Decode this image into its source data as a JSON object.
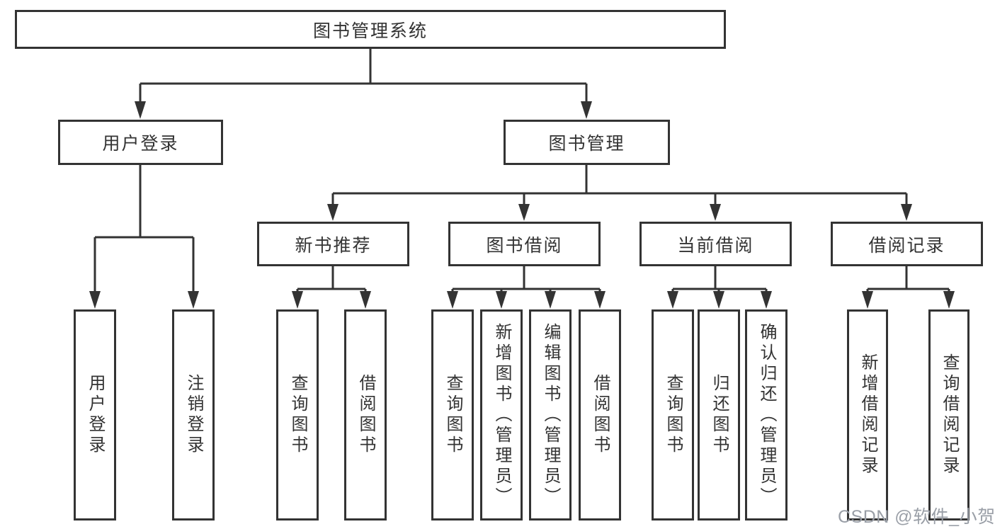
{
  "diagram": {
    "root": {
      "label": "图书管理系统"
    },
    "branches": {
      "user_login": {
        "label": "用户登录",
        "children": [
          "用户登录",
          "注销登录"
        ]
      },
      "book_mgmt": {
        "label": "图书管理",
        "sections": {
          "new_books": {
            "label": "新书推荐",
            "children": [
              "查询图书",
              "借阅图书"
            ]
          },
          "borrow": {
            "label": "图书借阅",
            "children": [
              "查询图书",
              "新增图书（管理员）",
              "编辑图书（管理员）",
              "借阅图书"
            ]
          },
          "current": {
            "label": "当前借阅",
            "children": [
              "查询图书",
              "归还图书",
              "确认归还（管理员）"
            ]
          },
          "records": {
            "label": "借阅记录",
            "children": [
              "新增借阅记录",
              "查询借阅记录"
            ]
          }
        }
      }
    },
    "colors": {
      "line": "#333333",
      "box_border": "#333333",
      "text": "#333333",
      "watermark": "#9a9fa7",
      "background": "#ffffff"
    },
    "watermark": {
      "text": "CSDN @软件_小贺同学"
    }
  }
}
